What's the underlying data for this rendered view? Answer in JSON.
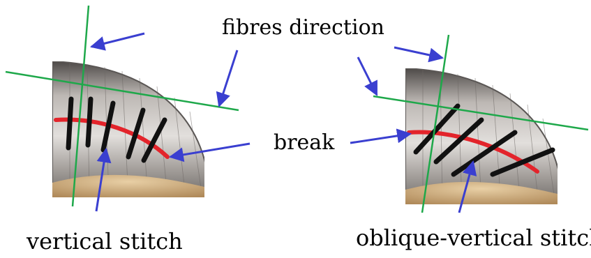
{
  "labels": {
    "fibres_direction": "fibres direction",
    "break": "break",
    "vertical_stitch": "vertical stitch",
    "oblique_vertical_stitch": "oblique-vertical stitch"
  },
  "colors": {
    "fibre_line": "#1ea84a",
    "arrow": "#3a3fd0",
    "stitch": "#111111",
    "break_line": "#e3242b",
    "tissue_light": "#d8d4d0",
    "tissue_dark": "#6e6a67",
    "bone": "#c9a77a"
  }
}
